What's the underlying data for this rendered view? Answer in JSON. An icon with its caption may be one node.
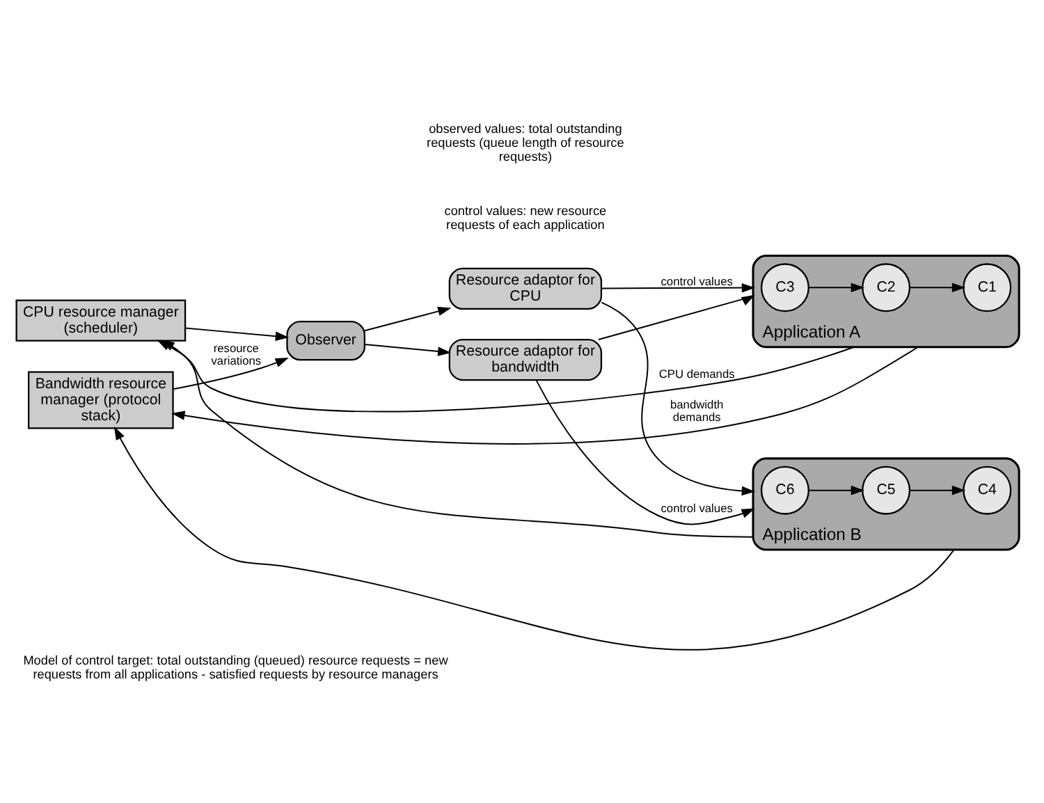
{
  "diagram": {
    "caption": "Model of control target: total outstanding (queued) resource requests = new requests from all applications - satisfied requests by resource managers",
    "nodes": [
      {
        "text": [
          "Resource adaptor for CPU"
        ]
      },
      {
        "text": [
          "Resource adaptor for bandwidth"
        ]
      },
      {
        "text": [
          "Application A"
        ]
      },
      {
        "text": [
          "C1"
        ],
        "in": 2
      },
      {
        "text": [
          "C2"
        ],
        "in": 2
      },
      {
        "text": [
          "C3"
        ],
        "in": 2
      },
      {
        "text": [
          "Application B"
        ]
      },
      {
        "text": [
          "C4"
        ],
        "in": 6
      },
      {
        "text": [
          "C5"
        ],
        "in": 6
      },
      {
        "text": [
          "C6"
        ],
        "in": 6
      },
      {
        "text": [
          "CPU resource manager (scheduler)"
        ]
      },
      {
        "text": [
          "Bandwidth resource manager (protocol stack)"
        ]
      },
      {
        "text": [
          "Observer"
        ]
      }
    ],
    "edges": [
      {
        "from": 12,
        "to": 0,
        "arrow": "to"
      },
      {
        "from": 12,
        "to": 1,
        "arrow": "to"
      },
      {
        "from": 0,
        "to": 2,
        "arrow": "to",
        "label": "control values"
      },
      {
        "from": 0,
        "to": 6,
        "arrow": "to"
      },
      {
        "from": 1,
        "to": 2,
        "arrow": "to"
      },
      {
        "from": 1,
        "to": 6,
        "arrow": "to",
        "label": "control values"
      },
      {
        "from": 5,
        "to": 4,
        "arrow": "to"
      },
      {
        "from": 4,
        "to": 3,
        "arrow": "to"
      },
      {
        "from": 9,
        "to": 8,
        "arrow": "to"
      },
      {
        "from": 8,
        "to": 7,
        "arrow": "to"
      },
      {
        "from": 2,
        "to": 10,
        "arrow": "to",
        "label": "CPU demands"
      },
      {
        "from": 6,
        "to": 10,
        "arrow": "to"
      },
      {
        "from": 2,
        "to": 11,
        "arrow": "to",
        "label": "bandwidth demands"
      },
      {
        "from": 6,
        "to": 11,
        "arrow": "to"
      },
      {
        "from": 10,
        "to": 12,
        "arrow": "to"
      },
      {
        "from": 11,
        "to": 12,
        "arrow": "to",
        "label": "resource variations"
      }
    ],
    "labels": [
      "control values: new resource requests of each application",
      "observed values: total outstanding requests (queue length of resource requests)"
    ]
  }
}
